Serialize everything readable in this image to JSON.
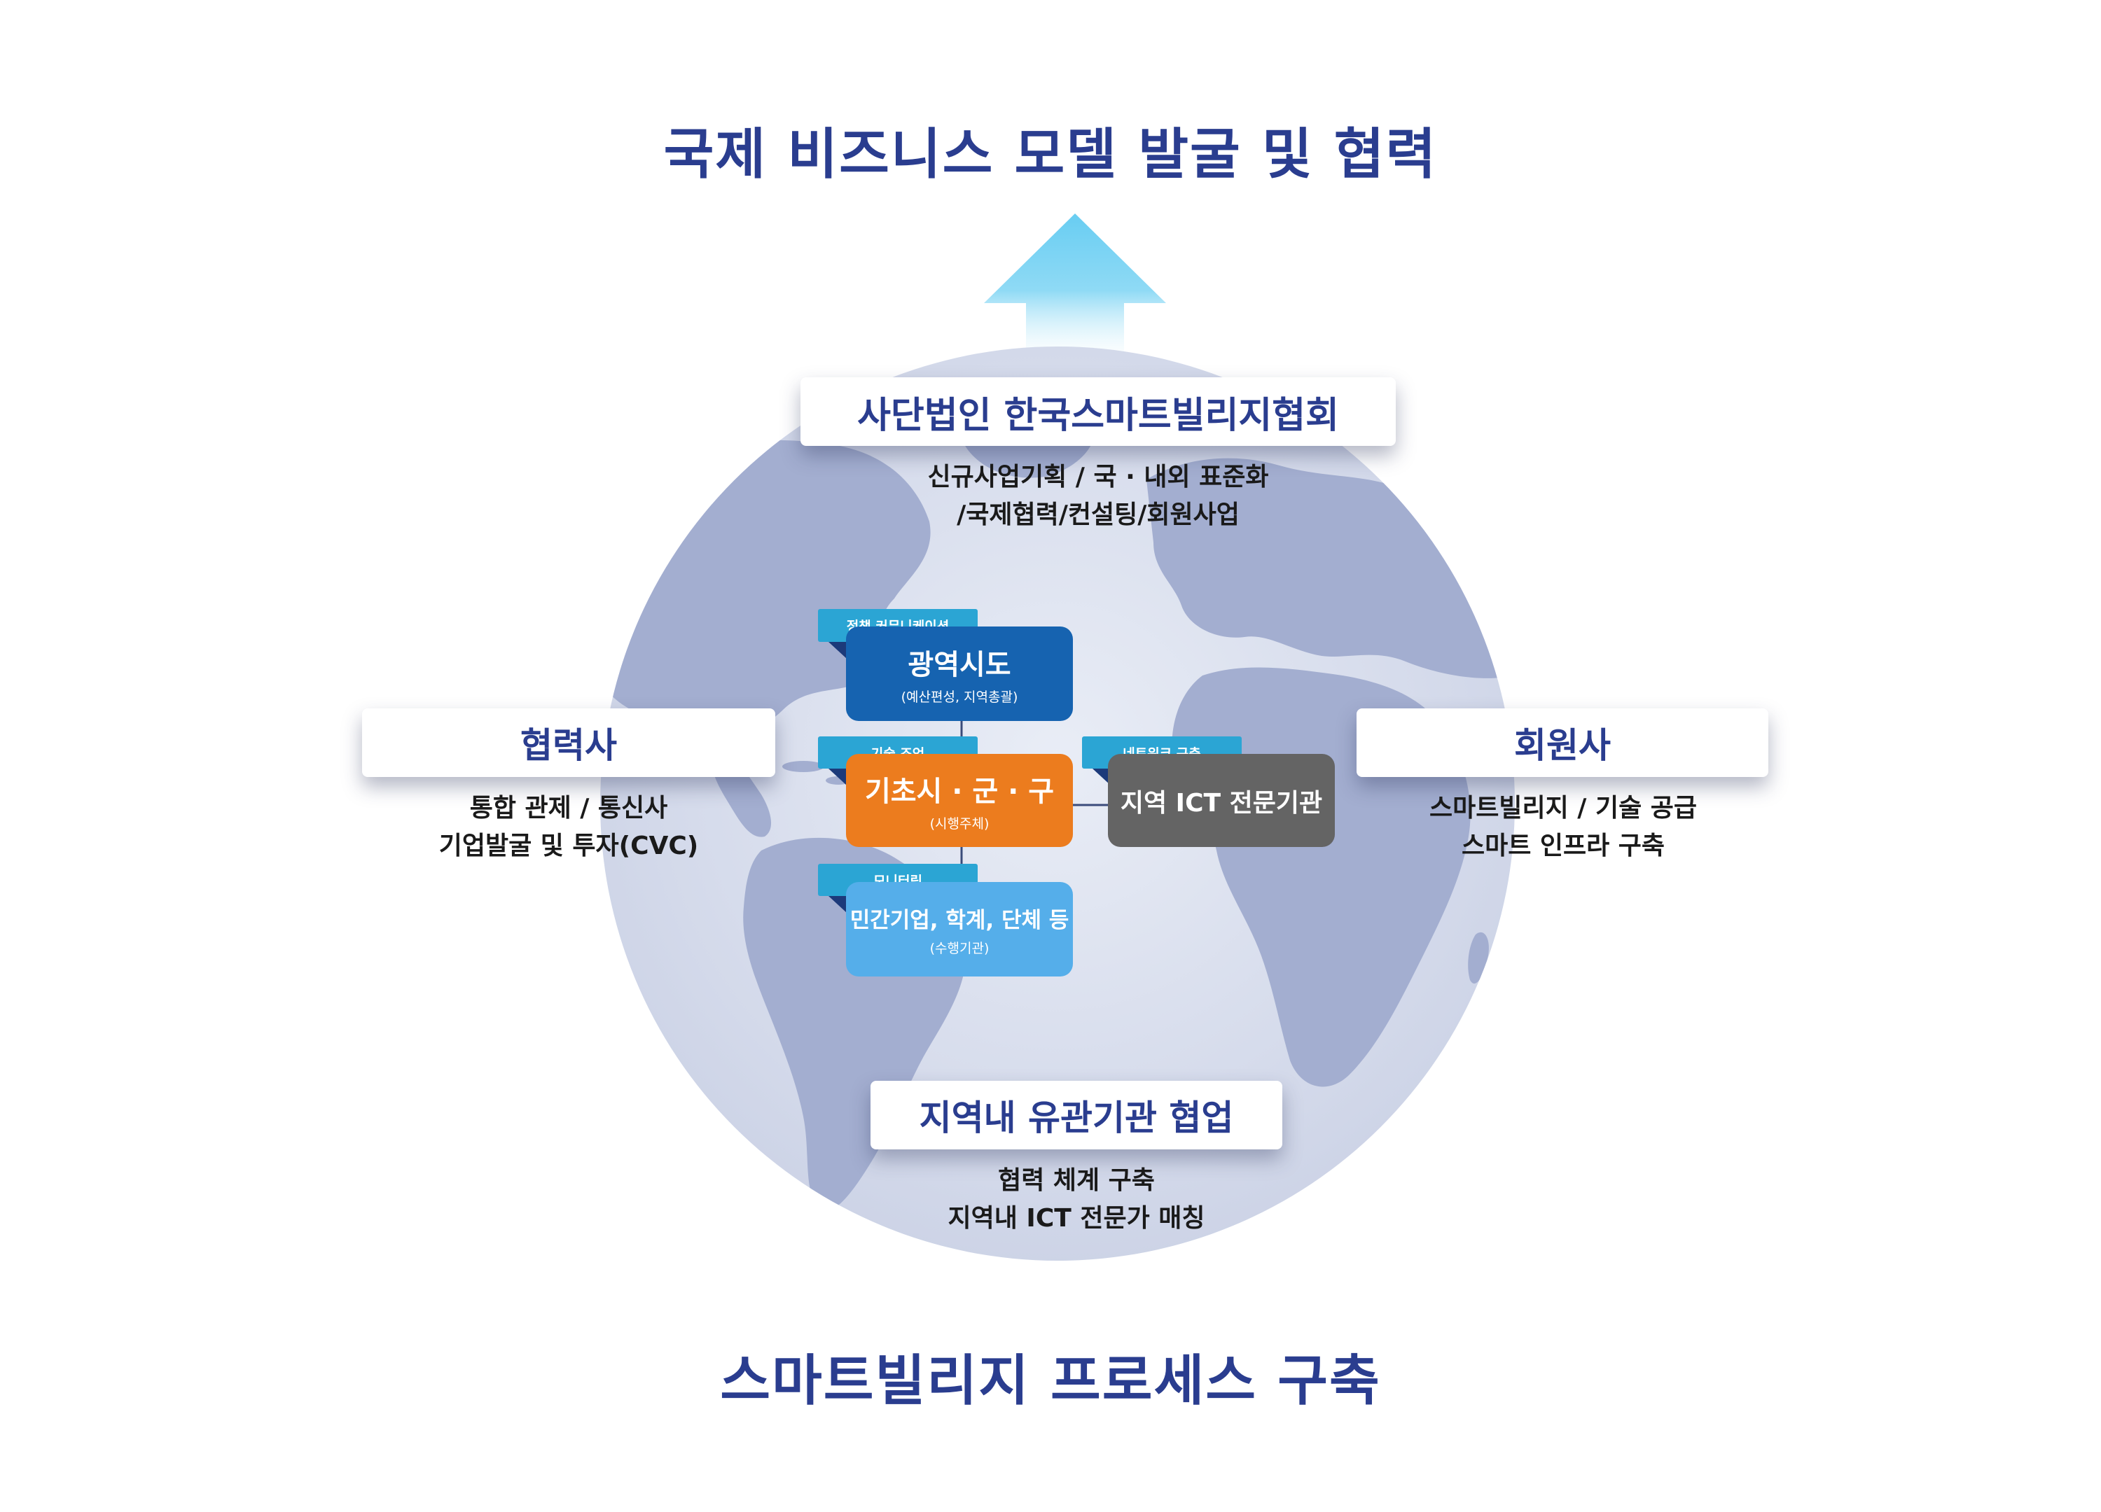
{
  "title_top": "국제 비즈니스 모델 발굴 및 협력",
  "title_bottom": "스마트빌리지 프로세스 구축",
  "top_box": {
    "title": "사단법인 한국스마트빌리지협회",
    "line1": "신규사업기획 / 국 · 내외 표준화",
    "line2": "/국제협력/컨설팅/회원사업"
  },
  "left_box": {
    "title": "협력사",
    "line1": "통합 관제 / 통신사",
    "line2": "기업발굴 및 투자(CVC)"
  },
  "right_box": {
    "title": "회원사",
    "line1": "스마트빌리지 / 기술 공급",
    "line2": "스마트 인프라 구축"
  },
  "bottom_box": {
    "title": "지역내 유관기관 협업",
    "line1": "협력 체계 구축",
    "line2": "지역내 ICT 전문가 매칭"
  },
  "nodes": {
    "metro": {
      "tab": "정책 커뮤니케이션",
      "title": "광역시도",
      "sub": "(예산편성, 지역총괄)"
    },
    "local": {
      "tab": "기술 조언",
      "title": "기초시 · 군 · 구",
      "sub": "(시행주체)"
    },
    "ict": {
      "tab": "네트워크 구축",
      "title": "지역 ICT 전문기관"
    },
    "private": {
      "tab": "모니터링",
      "title": "민간기업, 학계, 단체 등",
      "sub": "(수행기관)"
    }
  },
  "colors": {
    "title": "#2a3d8f",
    "metro": "#1663b0",
    "local": "#ec7c1e",
    "ict": "#646464",
    "private": "#55aeea",
    "tab": "#2ba5d4",
    "arrow_top": "#6fd0f3",
    "continents": "#a3aed0"
  },
  "icons": {
    "arrow": "up-arrow-icon",
    "globe": "world-map-globe"
  }
}
